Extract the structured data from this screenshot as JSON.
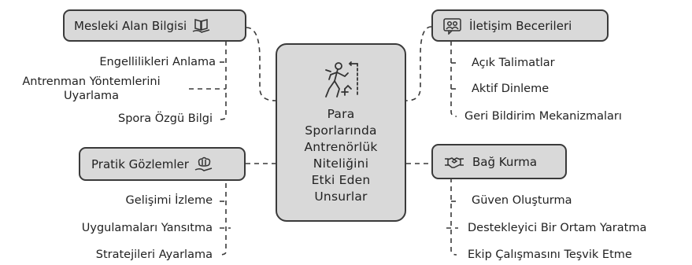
{
  "center": {
    "title": "Para\nSporlarında\nAntrenörlük\nNiteliğini\nEtki Eden\nUnsurlar",
    "icon": "climber-icon"
  },
  "nodes": {
    "mesleki": {
      "label": "Mesleki Alan Bilgisi",
      "icon": "book-hand-icon",
      "items": [
        "Engellilikleri Anlama",
        "Antrenman Yöntemlerini\nUyarlama",
        "Spora Özgü Bilgi"
      ]
    },
    "iletisim": {
      "label": "İletişim Becerileri",
      "icon": "people-chat-icon",
      "items": [
        "Açık Talimatlar",
        "Aktif Dinleme",
        "Geri Bildirim Mekanizmaları"
      ]
    },
    "pratik": {
      "label": "Pratik Gözlemler",
      "icon": "brain-hand-icon",
      "items": [
        "Gelişimi İzleme",
        "Uygulamaları Yansıtma",
        "Stratejileri Ayarlama"
      ]
    },
    "bag": {
      "label": "Bağ Kurma",
      "icon": "handshake-icon",
      "items": [
        "Güven Oluşturma",
        "Destekleyici Bir Ortam Yaratma",
        "Ekip Çalışmasını Teşvik Etme"
      ]
    }
  }
}
